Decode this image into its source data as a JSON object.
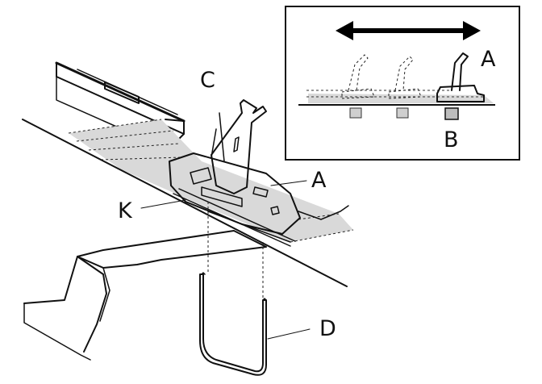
{
  "labels": {
    "c": "C",
    "a_main": "A",
    "k": "K",
    "d": "D",
    "a_inset": "A",
    "b_inset": "B"
  }
}
